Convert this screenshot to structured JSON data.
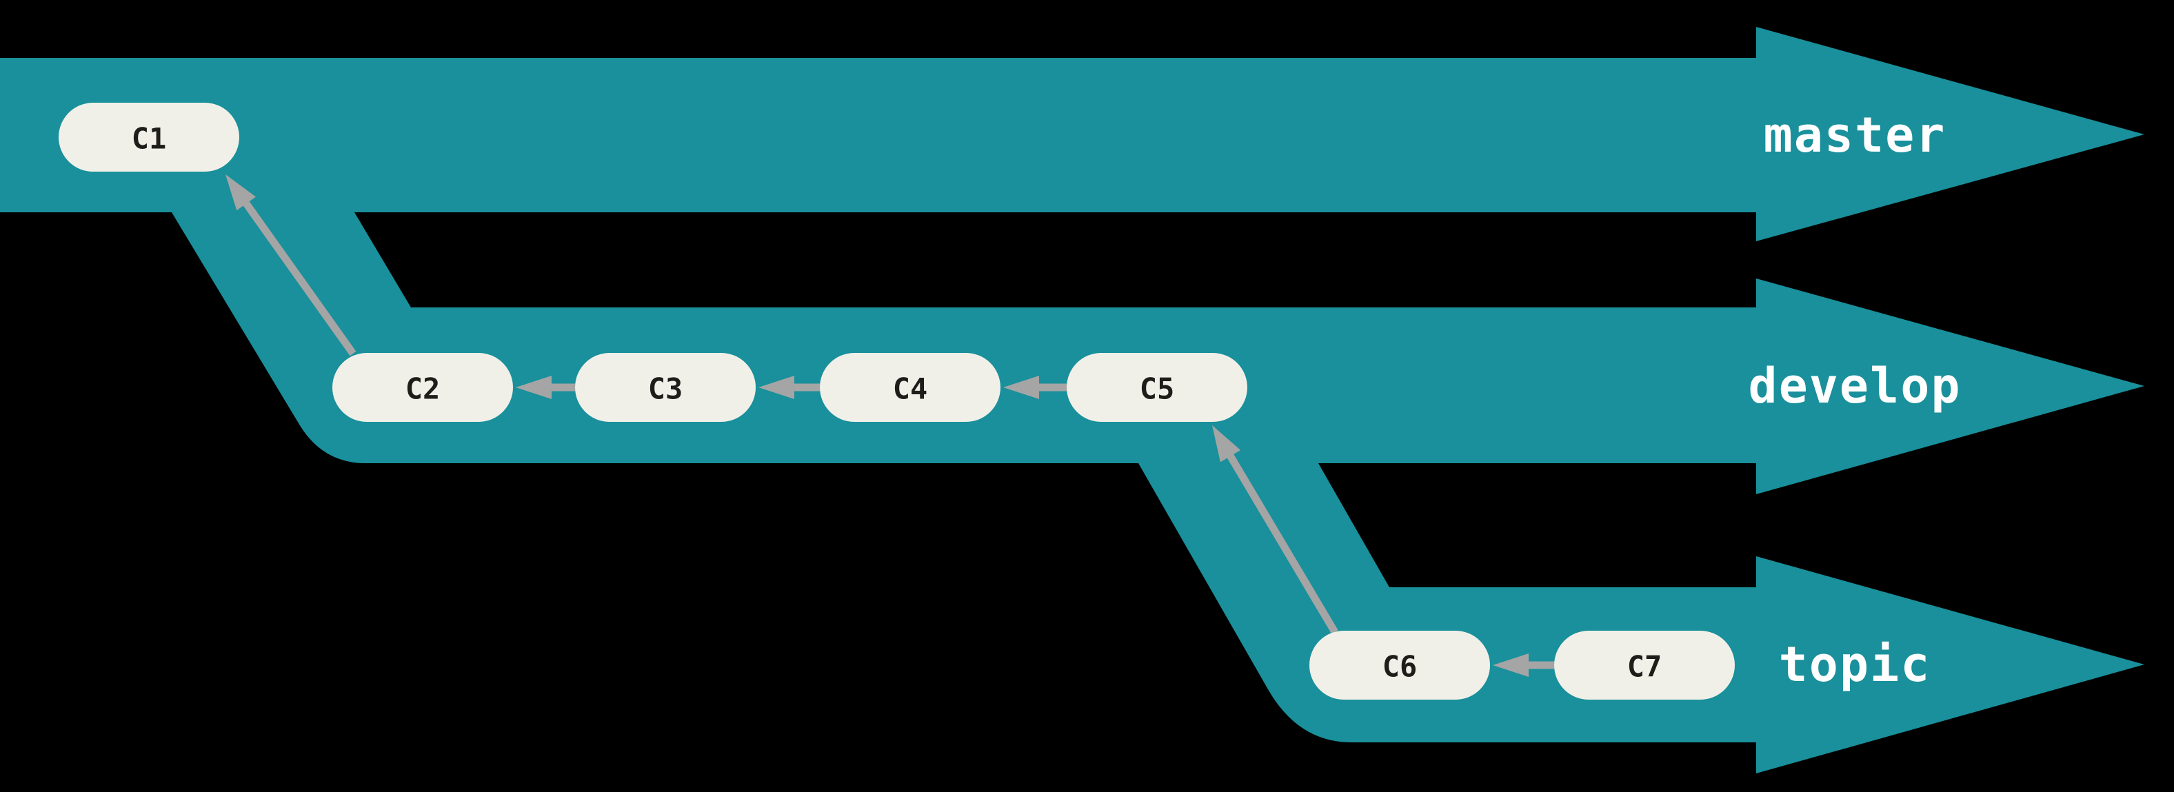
{
  "diagram": {
    "kind": "git-branch-flow",
    "background_color": "#000000",
    "colors": {
      "ribbon": "#19909B",
      "node_fill": "#F1F0E8",
      "node_text": "#1F1D1A",
      "arrow": "#A5A5A5",
      "branch_label_text": "#FFFFFF"
    },
    "branches": [
      {
        "name": "master",
        "label": "master",
        "commits": [
          {
            "id": "C1",
            "label": "C1"
          }
        ]
      },
      {
        "name": "develop",
        "label": "develop",
        "commits": [
          {
            "id": "C2",
            "label": "C2"
          },
          {
            "id": "C3",
            "label": "C3"
          },
          {
            "id": "C4",
            "label": "C4"
          },
          {
            "id": "C5",
            "label": "C5"
          }
        ]
      },
      {
        "name": "topic",
        "label": "topic",
        "commits": [
          {
            "id": "C6",
            "label": "C6"
          },
          {
            "id": "C7",
            "label": "C7"
          }
        ]
      }
    ],
    "edges": [
      {
        "child": "C2",
        "parent": "C1"
      },
      {
        "child": "C3",
        "parent": "C2"
      },
      {
        "child": "C4",
        "parent": "C3"
      },
      {
        "child": "C5",
        "parent": "C4"
      },
      {
        "child": "C6",
        "parent": "C5"
      },
      {
        "child": "C7",
        "parent": "C6"
      }
    ]
  }
}
